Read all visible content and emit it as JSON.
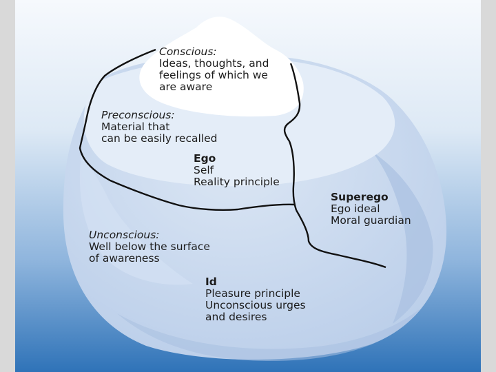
{
  "diagram": {
    "conscious": {
      "heading": "Conscious:",
      "lines": [
        "Ideas, thoughts, and",
        "feelings of which we",
        "are aware"
      ]
    },
    "preconscious": {
      "heading": "Preconscious:",
      "lines": [
        "Material that",
        "can be easily recalled"
      ]
    },
    "ego": {
      "heading": "Ego",
      "lines": [
        "Self",
        "Reality principle"
      ]
    },
    "superego": {
      "heading": "Superego",
      "lines": [
        "Ego ideal",
        "Moral guardian"
      ]
    },
    "unconscious": {
      "heading": "Unconscious:",
      "lines": [
        "Well below the surface",
        "of awareness"
      ]
    },
    "id": {
      "heading": "Id",
      "lines": [
        "Pleasure principle",
        "Unconscious urges",
        "and desires"
      ]
    }
  },
  "colors": {
    "frame": "#d9d9d9",
    "water_top": "#f6f9fd",
    "water_bottom": "#2f73b8",
    "ice_submerged": "#c7d8ef",
    "ice_facet": "#b3c8e6",
    "ice_surface": "#e4edf8",
    "ice_tip": "#ffffff",
    "boundary_line": "#111111",
    "text": "#1c1c1c"
  }
}
